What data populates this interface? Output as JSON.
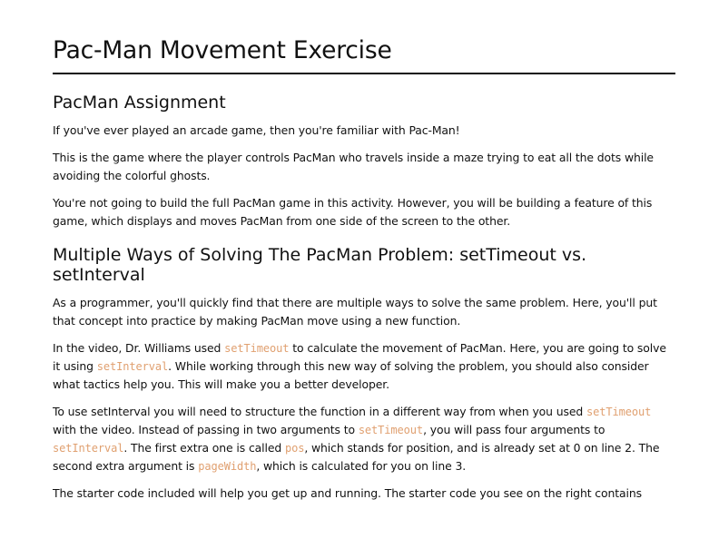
{
  "doc": {
    "title": "Pac-Man Movement Exercise",
    "section1": {
      "heading": "PacMan Assignment",
      "p1": "If you've ever played an arcade game, then you're familiar with Pac-Man!",
      "p2": "This is the game where the player controls PacMan who travels inside a maze trying to eat all the dots while avoiding the colorful ghosts.",
      "p3": "You're not going to build the full PacMan game in this activity. However, you will be building a feature of this game, which displays and moves PacMan from one side of the screen to the other."
    },
    "section2": {
      "heading": "Multiple Ways of Solving The PacMan Problem: setTimeout vs. setInterval",
      "p1": "As a programmer, you'll quickly find that there are multiple ways to solve the same problem. Here, you'll put that concept into practice by making PacMan move using a new function.",
      "p2": {
        "t1": "In the video, Dr. Williams used ",
        "c1": "setTimeout",
        "t2": " to calculate the movement of PacMan. Here, you are going to solve it using ",
        "c2": "setInterval",
        "t3": ". While working through this new way of solving the problem, you should also consider what tactics help you. This will make you a better developer."
      },
      "p3": {
        "t1": "To use setInterval you will need to structure the function in a different way from when you used ",
        "c1": "setTimeout",
        "t2": " with the video. Instead of passing in two arguments to ",
        "c2": "setTimeout",
        "t3": ", you will pass four arguments to ",
        "c3": "setInterval",
        "t4": ". The first extra one is called ",
        "c4": "pos",
        "t5": ", which stands for position, and is already set at 0 on line 2. The second extra argument is ",
        "c5": "pageWidth",
        "t6": ", which is calculated for you on line 3."
      },
      "p4": "The starter code included will help you get up and running. The starter code you see on the right contains"
    }
  },
  "colors": {
    "text": "#111111",
    "code": "#e0a070",
    "background": "#ffffff"
  }
}
